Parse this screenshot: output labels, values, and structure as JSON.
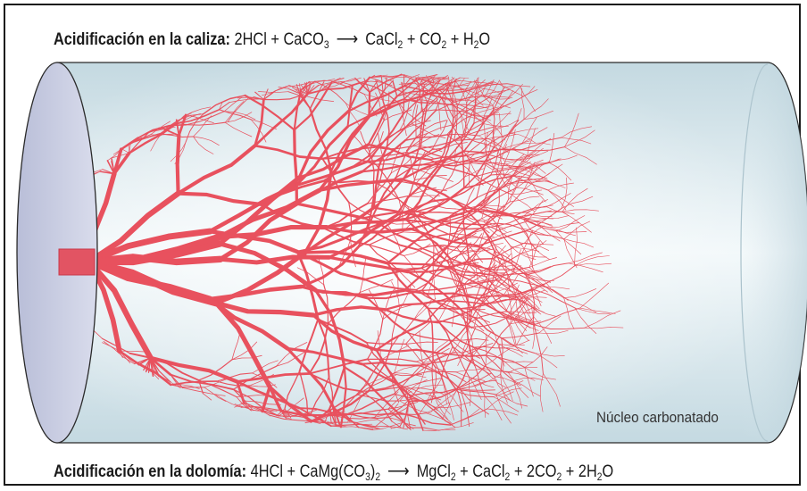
{
  "equations": {
    "limestone": {
      "label": "Acidificación en la caliza:",
      "reactants": [
        "2HCl",
        "CaCO",
        "3"
      ],
      "products": [
        "CaCl",
        "2",
        "CO",
        "2",
        "H",
        "2",
        "O"
      ]
    },
    "dolomite": {
      "label": "Acidificación en la dolomía:",
      "reactants": [
        "4HCl",
        "CaMg(CO",
        "3",
        ")",
        "2"
      ],
      "products": [
        "MgCl",
        "2",
        "CaCl",
        "2",
        "2CO",
        "2",
        "2H",
        "2",
        "O"
      ]
    }
  },
  "core_label": "Núcleo carbonatado",
  "colors": {
    "wormhole": "#e8515e",
    "cylinder_fill": "#d3e4ea",
    "end_cap": "#c7cbe0",
    "outline": "#2a2a2a"
  }
}
